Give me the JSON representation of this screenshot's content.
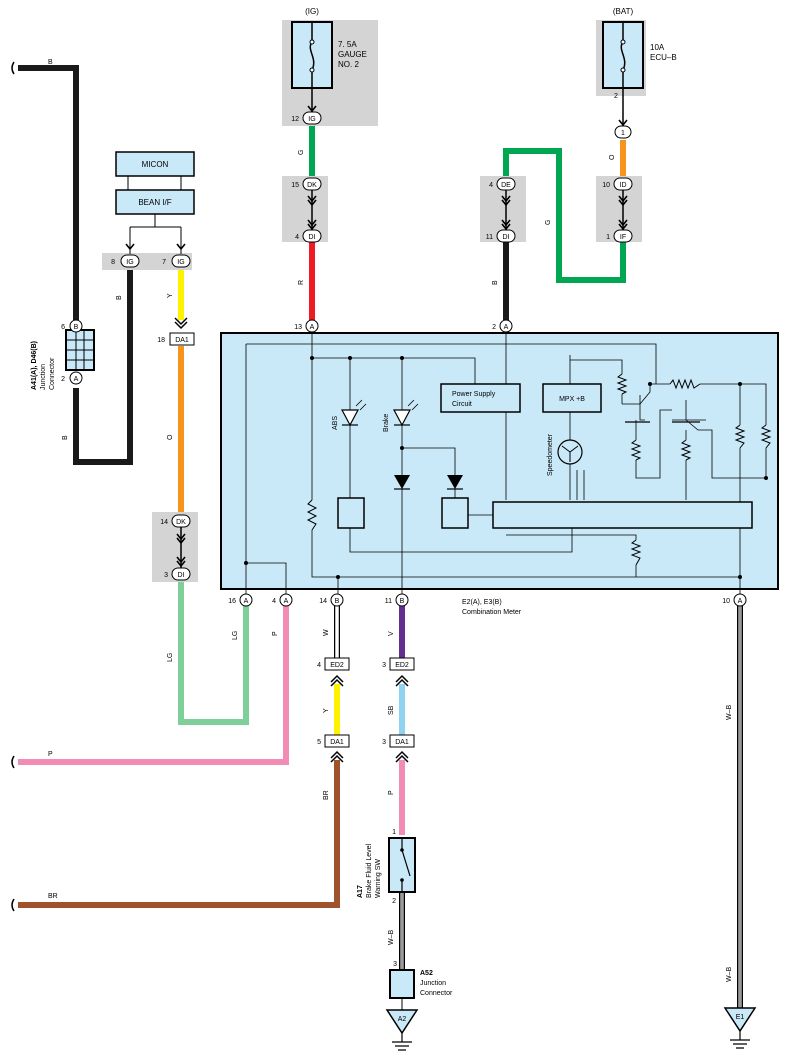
{
  "fuses": {
    "ig": {
      "supply": "(IG)",
      "rating": "7. 5A",
      "name_line1": "GAUGE",
      "name_line2": "NO. 2",
      "out_pin": "12",
      "out_conn": "IG"
    },
    "bat": {
      "supply": "(BAT)",
      "rating": "10A",
      "name": "ECU–B",
      "out_pin": "2"
    }
  },
  "connectors": {
    "bat_in": {
      "pin": "1"
    },
    "dk_ig": {
      "pin": "15",
      "id": "DK"
    },
    "di_ig": {
      "pin": "4",
      "id": "DI"
    },
    "de_bat": {
      "pin": "4",
      "id": "DE"
    },
    "di_bat": {
      "pin": "11",
      "id": "DI"
    },
    "id_bat": {
      "pin": "10",
      "id": "ID"
    },
    "if_bat": {
      "pin": "1",
      "id": "IF"
    },
    "ig_8": {
      "pin": "8",
      "id": "IG"
    },
    "ig_7": {
      "pin": "7",
      "id": "IG"
    },
    "da1_top": {
      "pin": "18",
      "id": "DA1"
    },
    "dk_low": {
      "pin": "14",
      "id": "DK"
    },
    "di_low": {
      "pin": "3",
      "id": "DI"
    },
    "jc_b": {
      "pin": "6",
      "id": "B"
    },
    "jc_a": {
      "pin": "2",
      "id": "A"
    },
    "meter_a13": {
      "pin": "13",
      "id": "A"
    },
    "meter_a2": {
      "pin": "2",
      "id": "A"
    },
    "meter_a16": {
      "pin": "16",
      "id": "A"
    },
    "meter_a4": {
      "pin": "4",
      "id": "A"
    },
    "meter_b14": {
      "pin": "14",
      "id": "B"
    },
    "meter_b11": {
      "pin": "11",
      "id": "B"
    },
    "meter_a10": {
      "pin": "10",
      "id": "A"
    },
    "ed2_w": {
      "pin": "4",
      "id": "ED2"
    },
    "ed2_v": {
      "pin": "3",
      "id": "ED2"
    },
    "da1_y": {
      "pin": "5",
      "id": "DA1"
    },
    "da1_sb": {
      "pin": "3",
      "id": "DA1"
    },
    "sw_pin1": {
      "pin": "1"
    },
    "sw_pin2": {
      "pin": "2"
    },
    "jc_pin3": {
      "pin": "3"
    }
  },
  "wires": {
    "g_ig": "G",
    "r": "R",
    "o_bat": "O",
    "g_bat": "G",
    "b_bat": "B",
    "b_left": "B",
    "b_left2": "B",
    "b_mid": "B",
    "y": "Y",
    "o": "O",
    "lg": "LG",
    "lg2": "LG",
    "p": "P",
    "p2": "P",
    "w": "W",
    "v": "V",
    "y2": "Y",
    "sb": "SB",
    "br": "BR",
    "br2": "BR",
    "p3": "P",
    "wb_sw": "W–B",
    "wb_right": "W–B",
    "wb_right2": "W–B"
  },
  "blocks": {
    "micon": "MICON",
    "bean": "BEAN I/F",
    "power_supply_line1": "Power Supply",
    "power_supply_line2": "Circuit",
    "mpx": "MPX +B",
    "abs": "ABS",
    "brake": "Brake",
    "speedometer": "Speedometer"
  },
  "components": {
    "meter_code": "E2(A), E3(B)",
    "meter_name": "Combination Meter",
    "jc_code": "A41(A), D46(B)",
    "jc_name_line1": "Junction",
    "jc_name_line2": "Connector",
    "sw_code": "A17",
    "sw_name_line1": "Brake Fluid Level",
    "sw_name_line2": "Warning SW",
    "a52_code": "A52",
    "a52_name_line1": "Junction",
    "a52_name_line2": "Connector",
    "ground_a2": "A2",
    "ground_e1": "E1"
  },
  "colors": {
    "black": "#1a1a1a",
    "green": "#00a651",
    "red": "#ed1c24",
    "orange": "#f7941d",
    "yellow": "#fff200",
    "lightgreen": "#7fcf9b",
    "pink": "#f38cb5",
    "purple": "#662d91",
    "skyblue": "#8fd3f0",
    "brown": "#a0522d",
    "meter_fill": "#c9e9f8",
    "gray_box": "#d4d4d4"
  }
}
